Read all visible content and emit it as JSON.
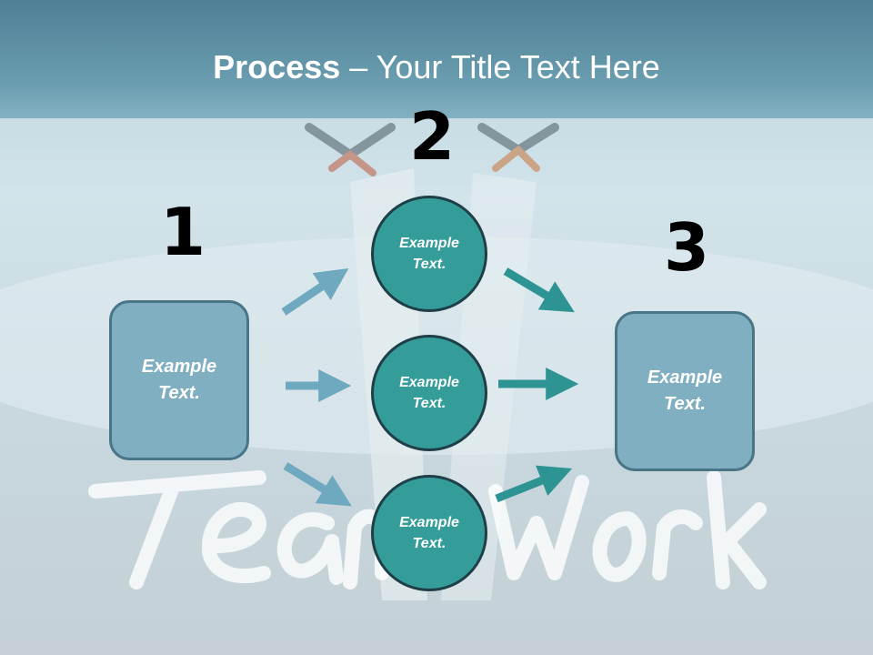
{
  "header": {
    "title_bold": "Process",
    "title_rest": " – Your Title Text Here"
  },
  "steps": {
    "one": "1",
    "two": "2",
    "three": "3"
  },
  "left_box": {
    "text": "Example Text."
  },
  "circles": [
    {
      "text": "Example Text."
    },
    {
      "text": "Example Text."
    },
    {
      "text": "Example Text."
    }
  ],
  "right_box": {
    "text": "Example Text."
  },
  "colors": {
    "header": "#5f93a8",
    "box_fill": "#7fafc0",
    "box_border": "#4a7488",
    "circle_fill": "#349c99",
    "circle_border": "#1e3f47",
    "arrow_light": "#6fa9bf",
    "arrow_dark": "#2e9493"
  }
}
